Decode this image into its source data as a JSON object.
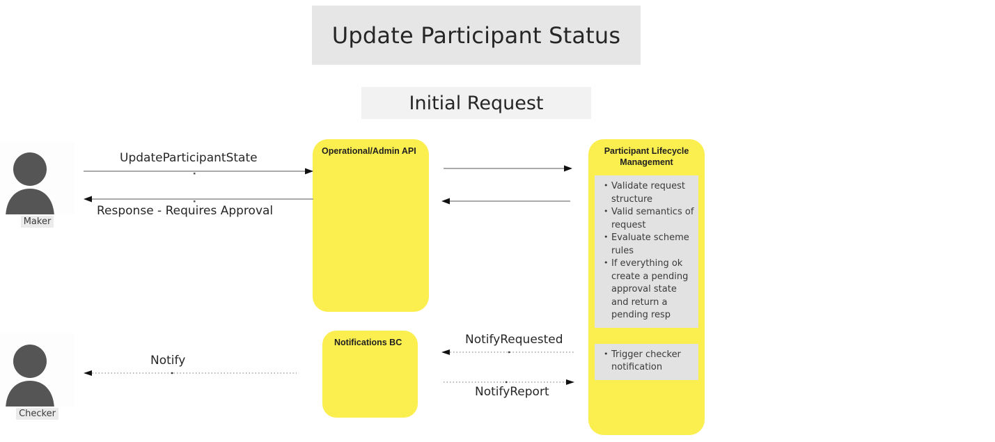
{
  "diagram": {
    "title": "Update Participant Status",
    "phase": "Initial Request"
  },
  "actors": [
    {
      "name": "maker",
      "label": "Maker",
      "icon": "person-icon"
    },
    {
      "name": "checker",
      "label": "Checker",
      "icon": "person-icon"
    }
  ],
  "boxes": {
    "operational_api": {
      "title": "Operational/Admin API"
    },
    "notifications_bc": {
      "title": "Notifications BC"
    },
    "plm": {
      "title": "Participant Lifecycle\nManagement",
      "title_line1": "Participant Lifecycle",
      "title_line2": "Management",
      "notes_1": [
        "Validate request structure",
        "Valid semantics of request",
        "Evaluate scheme rules",
        "If everything ok create a pending approval state and return a pending resp"
      ],
      "notes_2": [
        "Trigger checker notification"
      ]
    }
  },
  "flows": [
    {
      "name": "update-participant-state",
      "label": "UpdateParticipantState",
      "direction": "right",
      "style": "solid"
    },
    {
      "name": "response-requires-approval",
      "label": "Response - Requires Approval",
      "direction": "left",
      "style": "solid"
    },
    {
      "name": "api-to-plm-request",
      "label": "",
      "direction": "right",
      "style": "solid"
    },
    {
      "name": "plm-to-api-response",
      "label": "",
      "direction": "left",
      "style": "solid"
    },
    {
      "name": "notify-requested",
      "label": "NotifyRequested",
      "direction": "left",
      "style": "dotted"
    },
    {
      "name": "notify-report",
      "label": "NotifyReport",
      "direction": "right",
      "style": "dotted"
    },
    {
      "name": "notify",
      "label": "Notify",
      "direction": "left",
      "style": "dotted"
    }
  ],
  "colors": {
    "process_yellow": "#fbee4f",
    "note_gray": "#e2e2e2",
    "title_banner_gray": "#e6e6e6",
    "phase_banner_gray": "#f2f2f2",
    "actor_gray": "#555555",
    "line_gray": "#8d8d8d"
  }
}
